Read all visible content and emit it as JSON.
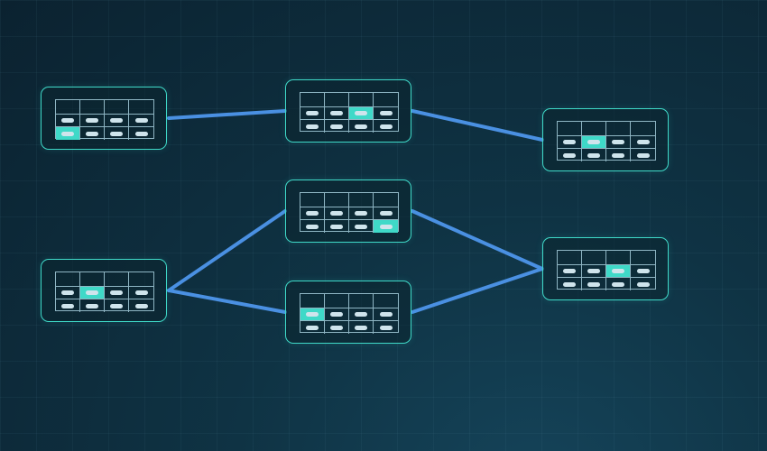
{
  "diagram": {
    "edge_color": "#4a90e2",
    "node_border_color": "#3fd9c8",
    "highlight_color": "#3fd9c8",
    "nodes": [
      {
        "id": "n1",
        "highlight": {
          "row": 1,
          "col": 0
        }
      },
      {
        "id": "n2",
        "highlight": {
          "row": 0,
          "col": 2
        }
      },
      {
        "id": "n3",
        "highlight": {
          "row": 0,
          "col": 1
        }
      },
      {
        "id": "n4",
        "highlight": {
          "row": 1,
          "col": 3
        }
      },
      {
        "id": "n5",
        "highlight": {
          "row": 0,
          "col": 1
        }
      },
      {
        "id": "n6",
        "highlight": {
          "row": 0,
          "col": 0
        }
      },
      {
        "id": "n7",
        "highlight": {
          "row": 0,
          "col": 2
        }
      }
    ],
    "edges": [
      {
        "from": "n1",
        "to": "n2"
      },
      {
        "from": "n2",
        "to": "n3"
      },
      {
        "from": "n5",
        "to": "n4"
      },
      {
        "from": "n5",
        "to": "n6"
      },
      {
        "from": "n4",
        "to": "n7"
      },
      {
        "from": "n6",
        "to": "n7"
      }
    ]
  }
}
